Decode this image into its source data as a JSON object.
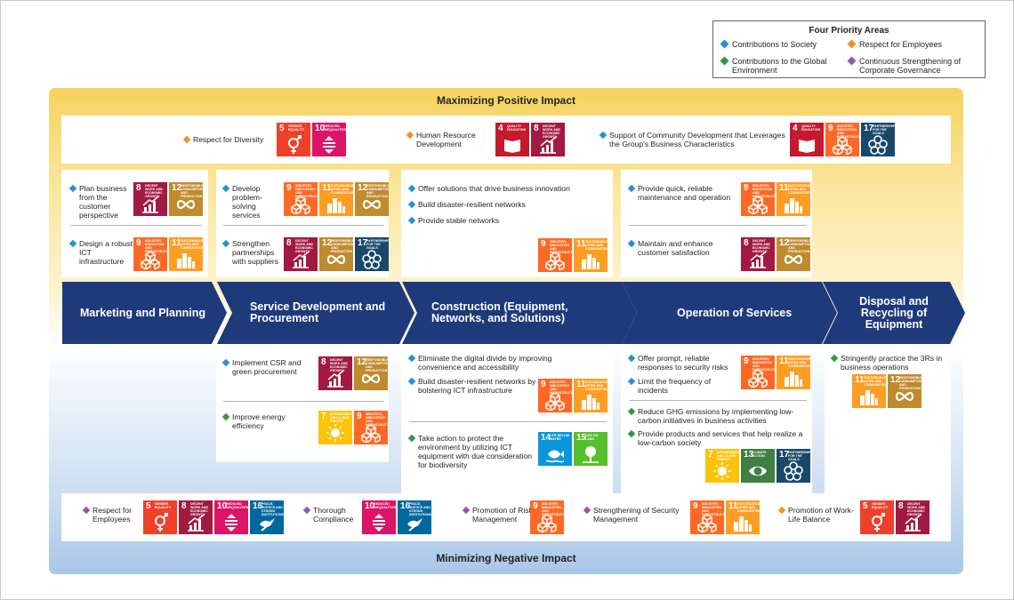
{
  "legend": {
    "title": "Four Priority Areas",
    "items": [
      {
        "label": "Contributions to Society",
        "color": "#2a8fd6"
      },
      {
        "label": "Respect for Employees",
        "color": "#f39125"
      },
      {
        "label": "Contributions to the Global Environment",
        "color": "#2c9a3f"
      },
      {
        "label": "Continuous Strengthening of Corporate Governance",
        "color": "#9359a7"
      }
    ]
  },
  "banners": {
    "top": "Maximizing Positive Impact",
    "bottom": "Minimizing Negative Impact"
  },
  "top_row": [
    {
      "label": "Respect for Diversity",
      "color": "#f39125"
    },
    {
      "label": "Human Resource Development",
      "color": "#f39125"
    },
    {
      "label": "Support of Community Development that Leverages the Group's Business Characteristics",
      "color": "#2a8fd6"
    }
  ],
  "stages": [
    "Marketing and Planning",
    "Service Development and Procurement",
    "Construction (Equipment, Networks, and Solutions)",
    "Operation of Services",
    "Disposal and Recycling of Equipment"
  ],
  "positive": {
    "marketing": [
      {
        "label": "Plan business from the customer perspective",
        "color": "#2a8fd6"
      },
      {
        "label": "Design a robust ICT infrastructure",
        "color": "#2a8fd6"
      }
    ],
    "service": [
      {
        "label": "Develop problem-solving services",
        "color": "#2a8fd6"
      },
      {
        "label": "Strengthen partnerships with suppliers",
        "color": "#2a8fd6"
      }
    ],
    "construction": [
      {
        "label": "Offer solutions that drive business innovation",
        "color": "#2a8fd6"
      },
      {
        "label": "Build disaster-resilient networks",
        "color": "#2a8fd6"
      },
      {
        "label": "Provide stable networks",
        "color": "#2a8fd6"
      }
    ],
    "operation": [
      {
        "label": "Provide quick, reliable maintenance and operation",
        "color": "#2a8fd6"
      },
      {
        "label": "Maintain and enhance customer satisfaction",
        "color": "#2a8fd6"
      }
    ]
  },
  "negative": {
    "service": [
      {
        "label": "Implement CSR and green procurement",
        "color": "#2a8fd6"
      },
      {
        "label": "Improve energy efficiency",
        "color": "#2c9a3f"
      }
    ],
    "construction": [
      {
        "label": "Eliminate the digital divide by improving convenience and accessibility",
        "color": "#2a8fd6"
      },
      {
        "label": "Build disaster-resilient networks by bolstering ICT infrastructure",
        "color": "#2a8fd6"
      },
      {
        "label": "Take action to protect the environment by utilizing ICT equipment with due consideration for biodiversity",
        "color": "#2c9a3f"
      }
    ],
    "operation": [
      {
        "label": "Offer prompt, reliable responses to security risks",
        "color": "#2a8fd6"
      },
      {
        "label": "Limit the frequency of incidents",
        "color": "#2a8fd6"
      },
      {
        "label": "Reduce GHG emissions by implementing low-carbon initiatives in business activities",
        "color": "#2c9a3f"
      },
      {
        "label": "Provide products and services that help realize a low-carbon society",
        "color": "#2c9a3f"
      }
    ],
    "disposal": [
      {
        "label": "Stringently practice the 3Rs in business operations",
        "color": "#2c9a3f"
      }
    ]
  },
  "bottom_row": [
    {
      "label": "Respect for Employees",
      "color": "#9359a7"
    },
    {
      "label": "Thorough Compliance",
      "color": "#9359a7"
    },
    {
      "label": "Promotion of Risk Management",
      "color": "#9359a7"
    },
    {
      "label": "Strengthening of Security Management",
      "color": "#9359a7"
    },
    {
      "label": "Promotion of Work-Life Balance",
      "color": "#f39125"
    }
  ],
  "sdg_labels": {
    "4": {
      "num": "4",
      "text": "QUALITY EDUCATION",
      "color": "#c5192d",
      "icon": "book-icon"
    },
    "5": {
      "num": "5",
      "text": "GENDER EQUALITY",
      "color": "#ef402b",
      "icon": "gender-icon"
    },
    "7": {
      "num": "7",
      "text": "AFFORDABLE AND CLEAN ENERGY",
      "color": "#fcc30b",
      "icon": "sun-icon"
    },
    "8": {
      "num": "8",
      "text": "DECENT WORK AND ECONOMIC GROWTH",
      "color": "#a21942",
      "icon": "growth-chart-icon"
    },
    "9": {
      "num": "9",
      "text": "INDUSTRY, INNOVATION AND INFRASTRUCTURE",
      "color": "#fd6925",
      "icon": "cubes-icon"
    },
    "10": {
      "num": "10",
      "text": "REDUCED INEQUALITIES",
      "color": "#dd1367",
      "icon": "equality-icon"
    },
    "11": {
      "num": "11",
      "text": "SUSTAINABLE CITIES AND COMMUNITIES",
      "color": "#fd9d24",
      "icon": "city-icon"
    },
    "12": {
      "num": "12",
      "text": "RESPONSIBLE CONSUMPTION AND PRODUCTION",
      "color": "#bf8b2e",
      "icon": "infinity-icon"
    },
    "13": {
      "num": "13",
      "text": "CLIMATE ACTION",
      "color": "#3f7e44",
      "icon": "eye-globe-icon"
    },
    "14": {
      "num": "14",
      "text": "LIFE BELOW WATER",
      "color": "#0a97d9",
      "icon": "fish-icon"
    },
    "15": {
      "num": "15",
      "text": "LIFE ON LAND",
      "color": "#56c02b",
      "icon": "tree-icon"
    },
    "16": {
      "num": "16",
      "text": "PEACE, JUSTICE AND STRONG INSTITUTIONS",
      "color": "#00689d",
      "icon": "dove-icon"
    },
    "17": {
      "num": "17",
      "text": "PARTNERSHIPS FOR THE GOALS",
      "color": "#19486a",
      "icon": "flower-icon"
    }
  }
}
